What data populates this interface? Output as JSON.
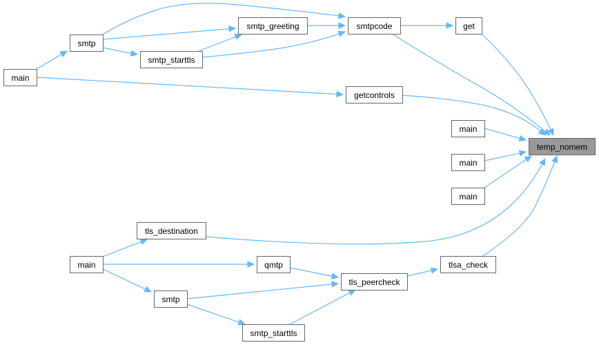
{
  "diagram": {
    "nodes": [
      {
        "id": "main_a",
        "label": "main",
        "focus": false
      },
      {
        "id": "smtp_a",
        "label": "smtp",
        "focus": false
      },
      {
        "id": "smtp_greeting",
        "label": "smtp_greeting",
        "focus": false
      },
      {
        "id": "smtp_starttls_a",
        "label": "smtp_starttls",
        "focus": false
      },
      {
        "id": "smtpcode",
        "label": "smtpcode",
        "focus": false
      },
      {
        "id": "get",
        "label": "get",
        "focus": false
      },
      {
        "id": "getcontrols",
        "label": "getcontrols",
        "focus": false
      },
      {
        "id": "main_b",
        "label": "main",
        "focus": false
      },
      {
        "id": "main_c",
        "label": "main",
        "focus": false
      },
      {
        "id": "main_d",
        "label": "main",
        "focus": false
      },
      {
        "id": "temp_nomem",
        "label": "temp_nomem",
        "focus": true
      },
      {
        "id": "tls_destination",
        "label": "tls_destination",
        "focus": false
      },
      {
        "id": "main_e",
        "label": "main",
        "focus": false
      },
      {
        "id": "qmtp",
        "label": "qmtp",
        "focus": false
      },
      {
        "id": "tls_peercheck",
        "label": "tls_peercheck",
        "focus": false
      },
      {
        "id": "tlsa_check",
        "label": "tlsa_check",
        "focus": false
      },
      {
        "id": "smtp_b",
        "label": "smtp",
        "focus": false
      },
      {
        "id": "smtp_starttls_b",
        "label": "smtp_starttls",
        "focus": false
      }
    ],
    "edges": [
      {
        "from": "main_a",
        "to": "smtp_a"
      },
      {
        "from": "smtp_a",
        "to": "smtp_greeting"
      },
      {
        "from": "smtp_a",
        "to": "smtp_starttls_a"
      },
      {
        "from": "smtp_a",
        "to": "smtpcode"
      },
      {
        "from": "smtp_starttls_a",
        "to": "smtp_greeting"
      },
      {
        "from": "smtp_starttls_a",
        "to": "smtpcode"
      },
      {
        "from": "smtp_greeting",
        "to": "smtpcode"
      },
      {
        "from": "smtpcode",
        "to": "get"
      },
      {
        "from": "smtpcode",
        "to": "temp_nomem"
      },
      {
        "from": "get",
        "to": "temp_nomem"
      },
      {
        "from": "main_a",
        "to": "getcontrols"
      },
      {
        "from": "getcontrols",
        "to": "temp_nomem"
      },
      {
        "from": "main_b",
        "to": "temp_nomem"
      },
      {
        "from": "main_c",
        "to": "temp_nomem"
      },
      {
        "from": "main_d",
        "to": "temp_nomem"
      },
      {
        "from": "main_e",
        "to": "tls_destination"
      },
      {
        "from": "tls_destination",
        "to": "temp_nomem"
      },
      {
        "from": "main_e",
        "to": "qmtp"
      },
      {
        "from": "main_e",
        "to": "smtp_b"
      },
      {
        "from": "qmtp",
        "to": "tls_peercheck"
      },
      {
        "from": "smtp_b",
        "to": "tls_peercheck"
      },
      {
        "from": "smtp_b",
        "to": "smtp_starttls_b"
      },
      {
        "from": "smtp_starttls_b",
        "to": "tls_peercheck"
      },
      {
        "from": "tls_peercheck",
        "to": "tlsa_check"
      },
      {
        "from": "tlsa_check",
        "to": "temp_nomem"
      }
    ]
  }
}
